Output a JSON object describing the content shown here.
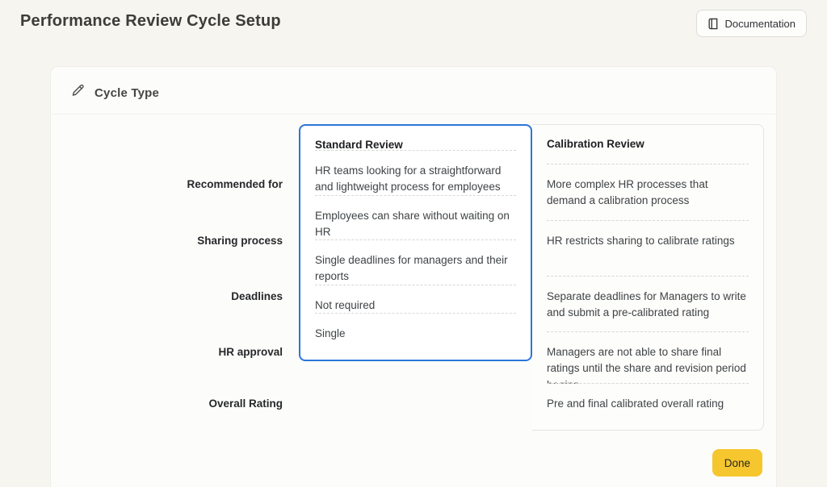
{
  "page": {
    "title": "Performance Review Cycle Setup"
  },
  "header": {
    "documentation_label": "Documentation"
  },
  "card": {
    "title": "Cycle Type"
  },
  "table": {
    "selected_column": "Standard Review",
    "columns": {
      "standard": "Standard Review",
      "calibration": "Calibration Review"
    },
    "rows": [
      {
        "label": "Recommended for",
        "standard": "HR teams looking for a straightforward and lightweight process for employees",
        "calibration": "More complex HR processes that demand a calibration process"
      },
      {
        "label": "Sharing process",
        "standard": "Employees can share without waiting on HR",
        "calibration": "HR restricts sharing to calibrate ratings"
      },
      {
        "label": "Deadlines",
        "standard": "Single deadlines for managers and their reports",
        "calibration": "Separate deadlines for Managers to write and submit a pre-calibrated rating"
      },
      {
        "label": "HR approval",
        "standard": "Not required",
        "calibration": "Managers are not able to share final ratings until the share and revision period begins"
      },
      {
        "label": "Overall Rating",
        "standard": "Single",
        "calibration": "Pre and final calibrated overall rating"
      }
    ]
  },
  "footer": {
    "done_label": "Done"
  },
  "colors": {
    "accent_blue": "#2a76d9",
    "accent_yellow": "#f6c62e",
    "page_bg": "#f6f5f0",
    "card_bg": "#fcfcfb"
  }
}
